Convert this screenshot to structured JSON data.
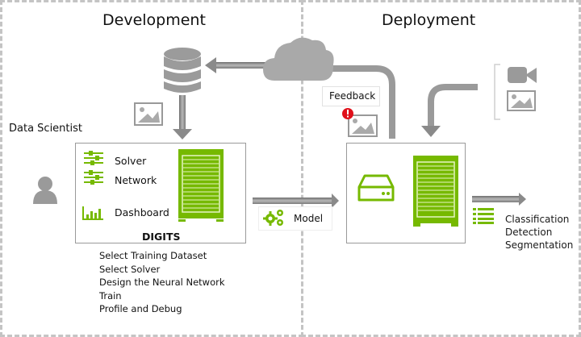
{
  "sections": {
    "development": "Development",
    "deployment": "Deployment"
  },
  "actor": {
    "label": "Data Scientist",
    "icon": "user-icon"
  },
  "digits_box": {
    "title": "DIGITS",
    "items": [
      {
        "label": "Solver",
        "icon": "sliders-icon"
      },
      {
        "label": "Network",
        "icon": "sliders-icon"
      },
      {
        "label": "Dashboard",
        "icon": "bar-chart-icon"
      }
    ],
    "server_icon": "server-rack-icon"
  },
  "workflow_steps": [
    "Select Training Dataset",
    "Select Solver",
    "Design the Neural Network",
    "Train",
    "Profile and Debug"
  ],
  "model_flow": {
    "label": "Model",
    "icon": "gears-icon"
  },
  "feedback": {
    "label": "Feedback",
    "icon": "image-icon",
    "alert_icon": "alert-icon"
  },
  "inputs": {
    "icons": [
      "video-camera-icon",
      "image-icon"
    ]
  },
  "outputs": {
    "icon": "list-icon",
    "labels": [
      "Classification",
      "Detection",
      "Segmentation"
    ]
  },
  "colors": {
    "accent_green": "#76b900",
    "arrow_gray": "#8f8f8f",
    "alert_red": "#e0101a",
    "border_dash": "#c4c4c4"
  }
}
